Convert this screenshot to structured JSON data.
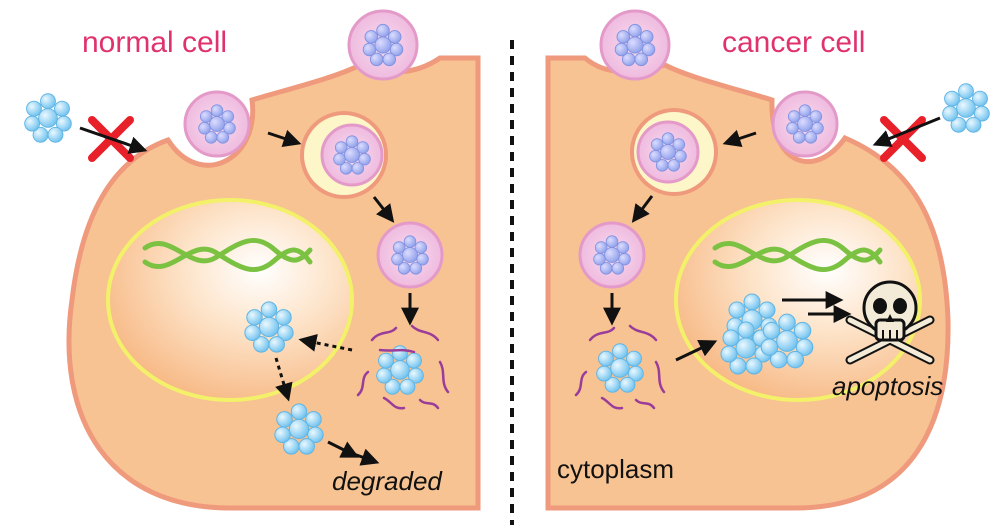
{
  "labels": {
    "normal_cell": "normal cell",
    "cancer_cell": "cancer cell",
    "degraded": "degraded",
    "cytoplasm": "cytoplasm",
    "apoptosis": "apoptosis"
  },
  "colors": {
    "cell_fill": "#f8c392",
    "cell_border": "#ef9a7c",
    "nucleus_border": "#f3f06a",
    "dna": "#7cc242",
    "vesicle_fill": "#f3c8e6",
    "vesicle_border": "#e39ac8",
    "early_endosome_fill": "#fdf6c8",
    "nanoparticle": "#7cc8f0",
    "nanoparticle_core": "#b9b2f0",
    "blocked_x": "#e8202a",
    "label_title": "#e0326e",
    "lysosome_strands": "#9a3d9a"
  },
  "icons": {
    "blocked": "red-x-icon",
    "death": "skull-crossbones-icon"
  }
}
